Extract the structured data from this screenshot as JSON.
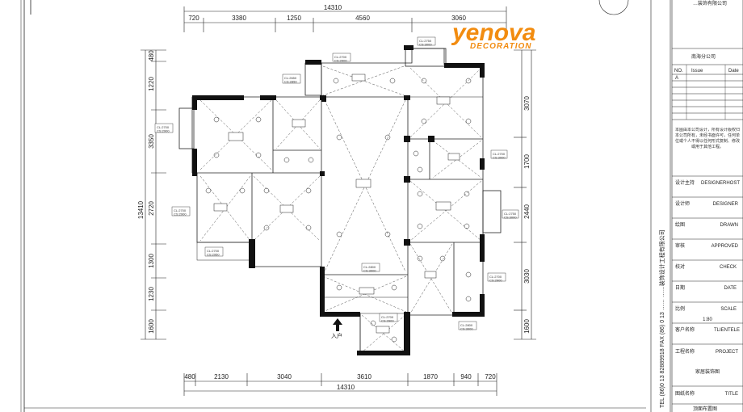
{
  "dimensions": {
    "top_total": "14310",
    "top_segments": [
      "720",
      "3380",
      "1250",
      "4560",
      "3060"
    ],
    "bottom_total": "14310",
    "bottom_segments": [
      "480",
      "2130",
      "3040",
      "3610",
      "1870",
      "940",
      "720"
    ],
    "left_total": "13410",
    "left_segments": [
      "480",
      "1220",
      "3350",
      "2720",
      "1300",
      "1230",
      "1600"
    ],
    "right_segments": [
      "3070",
      "1700",
      "2440",
      "3030",
      "1600"
    ]
  },
  "entrance_label": "入户",
  "brand": {
    "name": "yenova",
    "tagline": "DECORATION",
    "color": "#f28c10"
  },
  "title_block": {
    "company_top": "…装饰有限公司",
    "branch": "南海分公司",
    "issue_header": [
      "NO.",
      "Issue",
      "Date"
    ],
    "issue_row_a": "A",
    "note_text": "本图由本公司设计，所有设计版权归本公司所有，未经书面许可，任何单位或个人不得以任何形式复制、修改或用于其他工程。",
    "rows": [
      {
        "cn": "设计主持",
        "en": "DESIGNERHOST"
      },
      {
        "cn": "设计师",
        "en": "DESIGNER"
      },
      {
        "cn": "绘图",
        "en": "DRAWN"
      },
      {
        "cn": "审核",
        "en": "APPROVED"
      },
      {
        "cn": "校对",
        "en": "CHECK"
      },
      {
        "cn": "日期",
        "en": "DATE"
      },
      {
        "cn": "比例",
        "en": "SCALE"
      },
      {
        "cn": "",
        "en": "1:80"
      },
      {
        "cn": "客户名称",
        "en": "TLIENTELE"
      },
      {
        "cn": "工程名称",
        "en": "PROJECT"
      },
      {
        "cn": "",
        "en": "家居装饰图"
      },
      {
        "cn": "图纸名称",
        "en": "TITLE"
      }
    ],
    "last_title": "顶面布置图"
  },
  "vertical_company_info": "TEL (86)0 13 82889918  FAX (86) 0 13 ……  ……装饰设计工程有限公司",
  "room_tags": [
    "CL:2700\nCS:2900",
    "CL:2650\nCS:2850",
    "CL:2700\nCS:2900",
    "CL:2750\nCS:3000",
    "CL:2700\nCS:3000",
    "CL:2750\nCS:3000",
    "CL:2700\nCS:2900",
    "CL:2700\nCS:2950",
    "CL:2800\nCS:3000",
    "CL:2700\nCS:2900",
    "CL:2800\nCS:3000",
    "CL:2700\nCS:2900"
  ],
  "colors": {
    "line": "#222222",
    "wall": "#111111"
  }
}
